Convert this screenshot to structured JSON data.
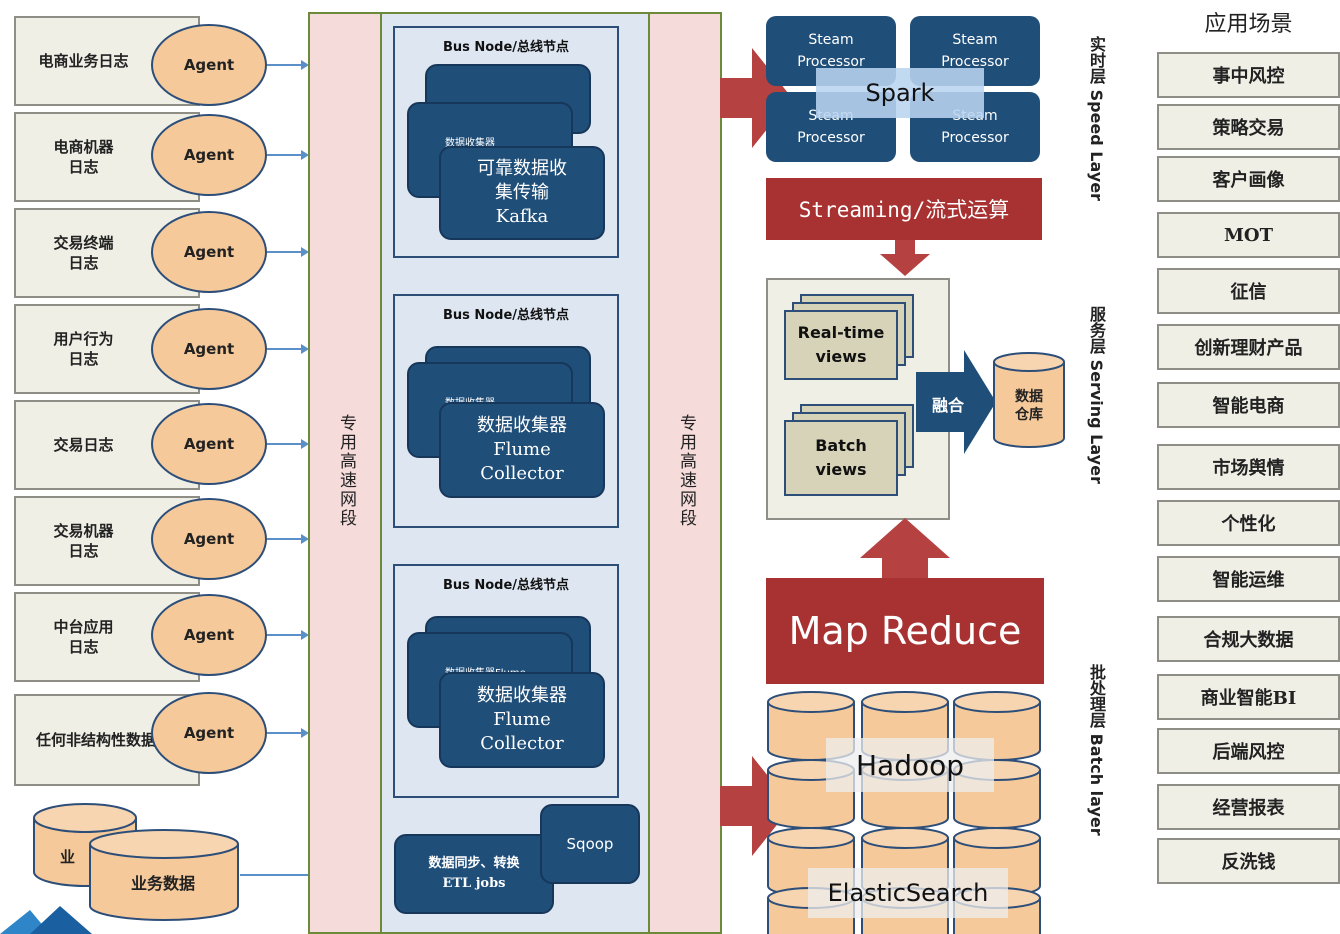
{
  "sources": [
    {
      "label": "电商业务日志",
      "agent": "Agent"
    },
    {
      "label": "电商机器\n日志",
      "agent": "Agent"
    },
    {
      "label": "交易终端\n日志",
      "agent": "Agent"
    },
    {
      "label": "用户行为\n日志",
      "agent": "Agent"
    },
    {
      "label": "交易日志",
      "agent": "Agent"
    },
    {
      "label": "交易机器\n日志",
      "agent": "Agent"
    },
    {
      "label": "中台应用\n日志",
      "agent": "Agent"
    },
    {
      "label": "任何非结构性数据",
      "agent": "Agent"
    }
  ],
  "db_back_label": "业",
  "db_front_label": "业务数据",
  "network_label": "专用高速网段",
  "bus_nodes": [
    {
      "title": "Bus Node/总线节点",
      "back_text": "数据收集器",
      "front_lines": [
        "可靠数据收",
        "集传输",
        "Kafka"
      ]
    },
    {
      "title": "Bus Node/总线节点",
      "back_text": "数据收集器",
      "front_lines": [
        "数据收集器",
        "Flume",
        "Collector"
      ]
    },
    {
      "title": "Bus Node/总线节点",
      "back_text": "数据收集器Flume",
      "front_lines": [
        "数据收集器",
        "Flume",
        "Collector"
      ]
    }
  ],
  "etl": {
    "label": "数据同步、转换\nETL jobs",
    "sqoop": "Sqoop"
  },
  "speed": {
    "processor_label": "Steam\nProcessor",
    "spark": "Spark",
    "streaming": "Streaming/流式运算",
    "layer_label": "实时层 Speed Layer"
  },
  "serving": {
    "realtime_views": "Real-time\nviews",
    "batch_views": "Batch\nviews",
    "merge": "融合",
    "warehouse": "数据\n仓库",
    "layer_label": "服务层 Serving Layer"
  },
  "batch": {
    "mapreduce": "Map Reduce",
    "hadoop": "Hadoop",
    "es": "ElasticSearch",
    "layer_label": "批处理层 Batch layer"
  },
  "apps": {
    "title": "应用场景",
    "items": [
      "事中风控",
      "策略交易",
      "客户画像",
      "MOT",
      "征信",
      "创新理财产品",
      "智能电商",
      "市场舆情",
      "个性化",
      "智能运维",
      "合规大数据",
      "商业智能BI",
      "后端风控",
      "经营报表",
      "反洗钱"
    ]
  },
  "colors": {
    "navy": "#1f4e79",
    "dark_red": "#a83232",
    "peach": "#f5c99a",
    "beige": "#efefe6",
    "light_blue": "#dde6f1",
    "pink": "#f6dbdb"
  }
}
